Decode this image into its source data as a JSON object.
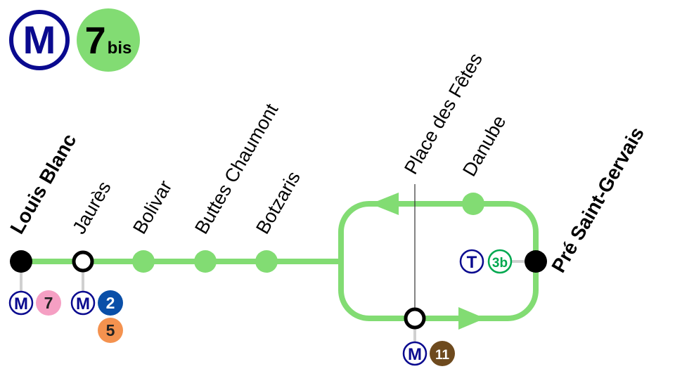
{
  "logo": {
    "network_letter": "M",
    "line_number": "7",
    "line_suffix": "bis"
  },
  "colors": {
    "line": "#82dc73",
    "navy": "#0a0a8f",
    "terminus": "#000000"
  },
  "stations": [
    {
      "name": "Louis Blanc",
      "terminus": true,
      "connections": [
        {
          "type": "metro",
          "label": "M"
        },
        {
          "label": "7",
          "color": "#f59fc3",
          "text": "#222222"
        }
      ]
    },
    {
      "name": "Jaurès",
      "terminus": false,
      "interchange": true,
      "connections": [
        {
          "type": "metro",
          "label": "M"
        },
        {
          "label": "2",
          "color": "#0a4fa8",
          "text": "#ffffff"
        },
        {
          "label": "5",
          "color": "#f4924f",
          "text": "#222222"
        }
      ]
    },
    {
      "name": "Bolivar",
      "terminus": false
    },
    {
      "name": "Buttes Chaumont",
      "terminus": false
    },
    {
      "name": "Botzaris",
      "terminus": false
    },
    {
      "name": "Place des Fêtes",
      "terminus": false,
      "interchange": true,
      "connections": [
        {
          "type": "metro",
          "label": "M"
        },
        {
          "label": "11",
          "color": "#6e4a1e",
          "text": "#ffffff"
        }
      ]
    },
    {
      "name": "Danube",
      "terminus": false
    },
    {
      "name": "Pré Saint-Gervais",
      "terminus": true,
      "connections": [
        {
          "type": "tram",
          "label": "T"
        },
        {
          "label": "3b",
          "color": "#00a84f",
          "text": "#00a84f",
          "outline": true
        }
      ]
    }
  ]
}
